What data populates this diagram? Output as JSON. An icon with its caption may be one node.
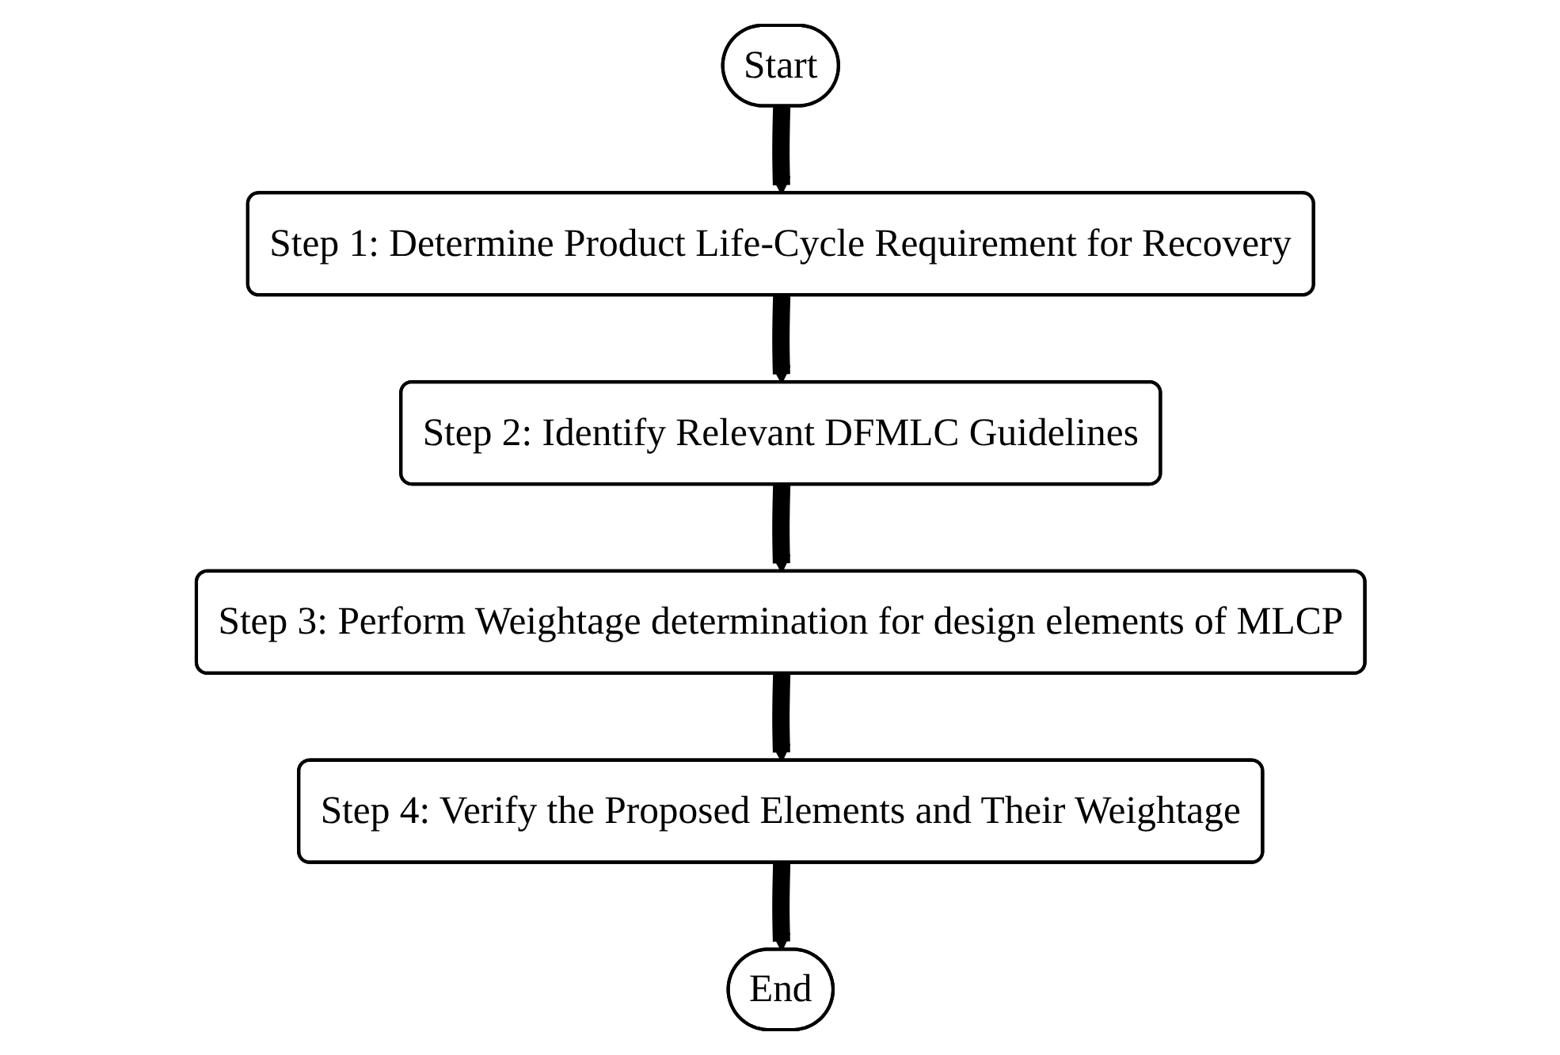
{
  "diagram": {
    "nodes": [
      {
        "text": [
          "Start"
        ]
      },
      {
        "text": [
          "Step 1: Determine Product Life-Cycle Requirement for Recovery"
        ]
      },
      {
        "text": [
          "Step 2: Identify Relevant DFMLC Guidelines"
        ]
      },
      {
        "text": [
          "Step 3: Perform Weightage determination for design elements of MLCP"
        ]
      },
      {
        "text": [
          "Step 4: Verify the Proposed Elements and Their Weightage"
        ]
      },
      {
        "text": [
          "End"
        ]
      }
    ],
    "edges": [
      {
        "from": 0,
        "to": 1,
        "arrow": "to"
      },
      {
        "from": 1,
        "to": 2,
        "arrow": "to"
      },
      {
        "from": 2,
        "to": 3,
        "arrow": "to"
      },
      {
        "from": 3,
        "to": 4,
        "arrow": "to"
      },
      {
        "from": 4,
        "to": 5,
        "arrow": "to"
      }
    ]
  }
}
